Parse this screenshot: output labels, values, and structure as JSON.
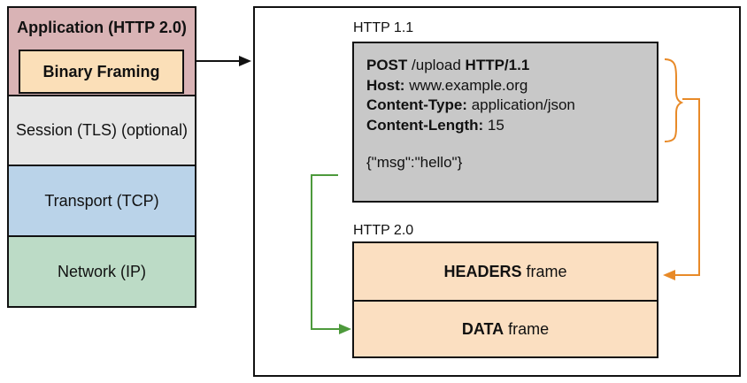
{
  "colors": {
    "application": "#d9b3b5",
    "binary_framing": "#fbdfb8",
    "session": "#e6e6e6",
    "transport": "#bad3e9",
    "network": "#bcdbc6",
    "http11_request": "#c8c8c8",
    "frame_fill": "#fbdfc1",
    "headers_arrow": "#e88a28",
    "data_arrow": "#4d9a3c",
    "outline": "#111111"
  },
  "stack": {
    "application": "Application (HTTP 2.0)",
    "binary_framing": "Binary Framing",
    "session": "Session (TLS) (optional)",
    "transport": "Transport (TCP)",
    "network": "Network (IP)"
  },
  "http11": {
    "label": "HTTP 1.1",
    "request_line": {
      "method": "POST",
      "path": "/upload",
      "version": "HTTP/1.1"
    },
    "headers": [
      {
        "name": "Host:",
        "value": "www.example.org"
      },
      {
        "name": "Content-Type:",
        "value": "application/json"
      },
      {
        "name": "Content-Length:",
        "value": "15"
      }
    ],
    "body": "{\"msg\":\"hello\"}"
  },
  "http2": {
    "label": "HTTP 2.0",
    "headers_frame": {
      "type": "HEADERS",
      "suffix": "frame"
    },
    "data_frame": {
      "type": "DATA",
      "suffix": "frame"
    }
  }
}
